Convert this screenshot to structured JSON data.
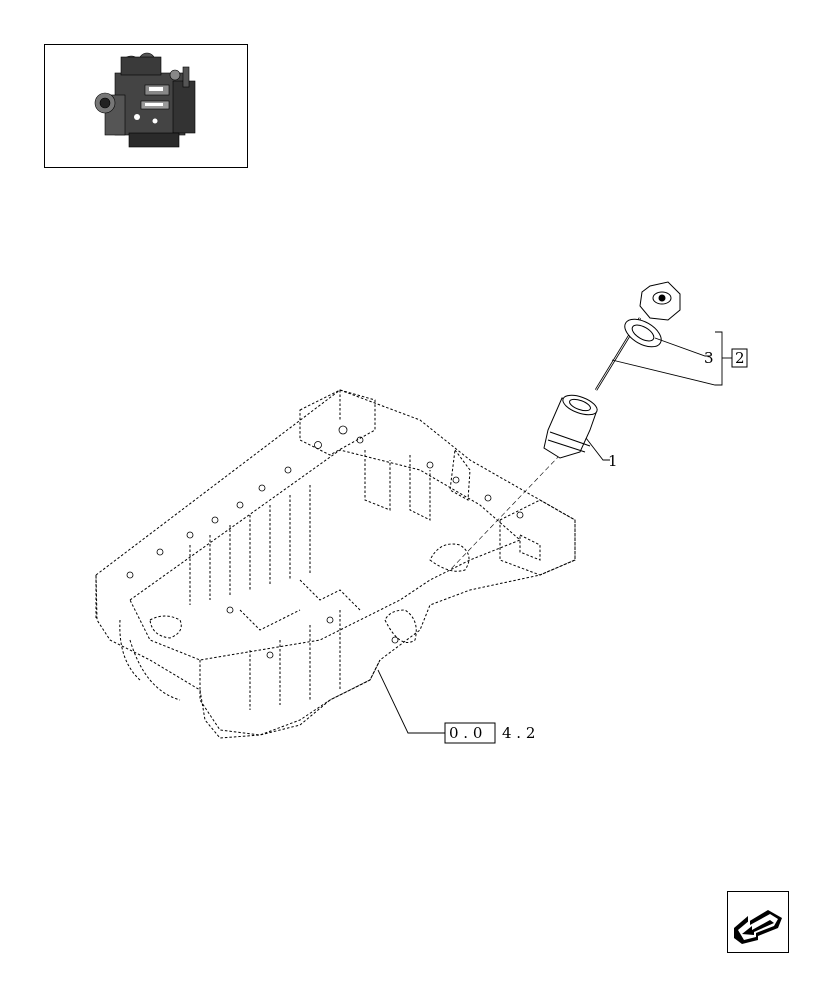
{
  "thumbnail": {
    "icon": "engine-assembly-thumbnail"
  },
  "callouts": [
    {
      "id": "c1",
      "label": "1"
    },
    {
      "id": "c3",
      "label": "3"
    }
  ],
  "boxed_ref": {
    "label": "2"
  },
  "group_ref": {
    "box_text": "0 . 0",
    "suffix_text": "4 . 2"
  },
  "navigation": {
    "icon": "back-arrow-icon"
  }
}
